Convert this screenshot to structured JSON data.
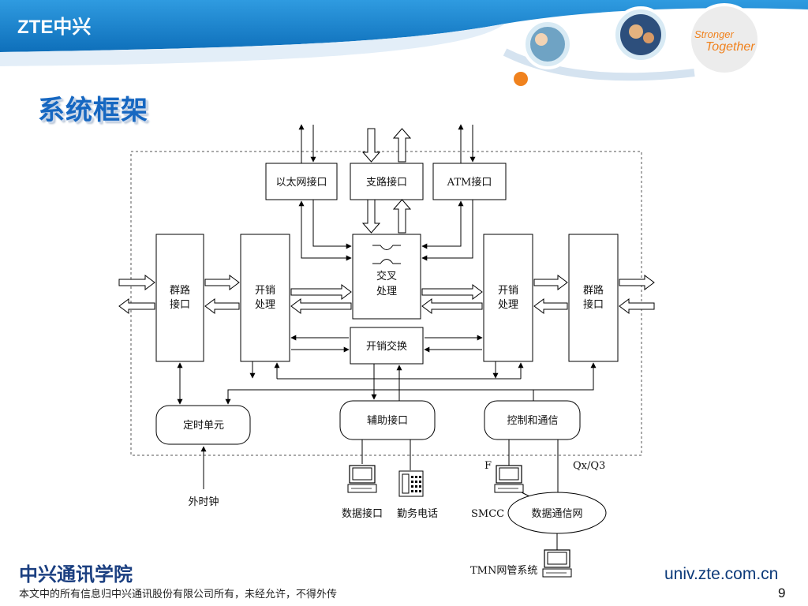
{
  "header": {
    "logo_text": "ZTE中兴",
    "slogan_line1": "Stronger",
    "slogan_line2": "Together",
    "colors": {
      "header_blue": "#1b86d3",
      "orange": "#f0821e",
      "title_blue": "#1667c1"
    }
  },
  "slide": {
    "title": "系统框架",
    "page_number": "9"
  },
  "diagram": {
    "top_interfaces": {
      "ethernet": "以太网接口",
      "tributary": "支路接口",
      "atm": "ATM接口"
    },
    "cross_connect": {
      "line1": "交叉",
      "line2": "处理"
    },
    "left_aggregate": {
      "line1": "群路",
      "line2": "接口"
    },
    "left_overhead": {
      "line1": "开销",
      "line2": "处理"
    },
    "right_overhead": {
      "line1": "开销",
      "line2": "处理"
    },
    "right_aggregate": {
      "line1": "群路",
      "line2": "接口"
    },
    "overhead_switch": "开销交换",
    "timing_unit": "定时单元",
    "aux_interface": "辅助接口",
    "control_comm": "控制和通信",
    "external_clock": "外时钟",
    "data_interface": "数据接口",
    "service_phone": "勤务电话",
    "f_label": "F",
    "qx_label": "Qx/Q3",
    "smcc": "SMCC",
    "data_comm_network": "数据通信网",
    "tmn": "TMN网管系统"
  },
  "footer": {
    "academy": "中兴通讯学院",
    "copyright": "本文中的所有信息归中兴通讯股份有限公司所有，未经允许，不得外传",
    "url": "univ.zte.com.cn"
  }
}
